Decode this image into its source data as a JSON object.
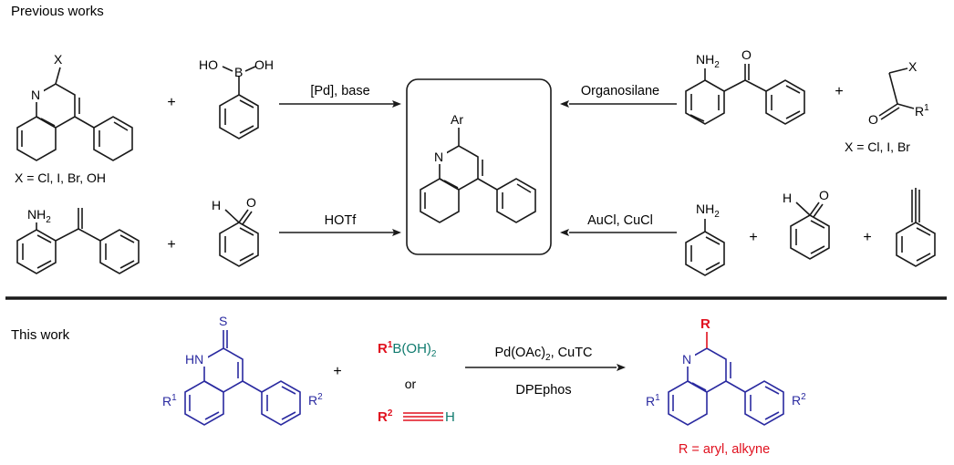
{
  "sections": {
    "previous": "Previous works",
    "this_work": "This work"
  },
  "labels": {
    "plus": "+",
    "or": "or"
  },
  "atoms": {
    "X": "X",
    "N": "N",
    "NH2": "NH",
    "sub2": "2",
    "O": "O",
    "HO": "HO",
    "OH": "OH",
    "B": "B",
    "H": "H",
    "Ar": "Ar",
    "R": "R",
    "R1": "R",
    "sup1": "1",
    "R2": "R",
    "sup2": "2",
    "S": "S",
    "HN": "HN"
  },
  "conditions": {
    "pd_base": "[Pd], base",
    "organosilane": "Organosilane",
    "hotf": "HOTf",
    "aucl_cucl": "AuCl, CuCl",
    "pd_oac_a": "Pd(OAc)",
    "pd_oac_b": "2",
    "pd_oac_c": ", CuTC",
    "dpephos": "DPEphos"
  },
  "notes": {
    "x_halide_oh": "X = Cl, I, Br, OH",
    "x_halide": "X = Cl, I, Br",
    "r_def": "R = aryl, alkyne"
  },
  "reagents": {
    "boronic": "B(OH)",
    "boronic_sub": "2"
  },
  "colors": {
    "black": "#1a1a1a",
    "blue": "#2a2aa0",
    "red": "#e0101e",
    "teal": "#0f7a6e"
  }
}
